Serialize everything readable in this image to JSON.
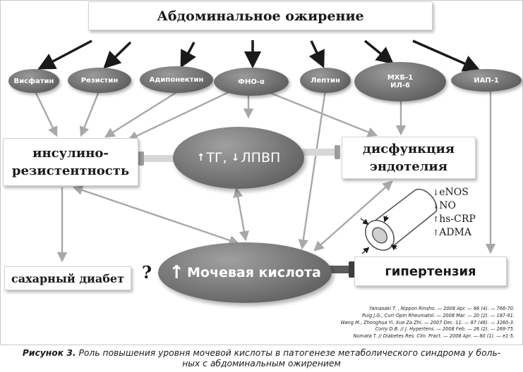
{
  "title": "Абдоминальное ожирение",
  "factors": [
    {
      "label": "Висфатин"
    },
    {
      "label": "Резистин"
    },
    {
      "label": "Адипонектин"
    },
    {
      "label": "ФНО-α"
    },
    {
      "label": "Лептин"
    },
    {
      "label": "МХБ-1\nИЛ-6"
    },
    {
      "label": "ИАП-1"
    }
  ],
  "insulin_resistance": "инсулино-\nрезистентность",
  "endothelial_dysfunction": "дисфункция\nэндотелия",
  "tg_hdl": {
    "tg": "ТГ,",
    "hdl": "ЛПВП",
    "tg_arrow": "↑",
    "hdl_arrow": "↓"
  },
  "uric_acid": {
    "arrow": "↑",
    "label": "Мочевая кислота"
  },
  "diabetes": "сахарный диабет",
  "question_mark": "?",
  "hypertension": "гипертензия",
  "markers": [
    {
      "arrow": "↓",
      "label": "eNOS"
    },
    {
      "arrow": "↓",
      "label": "NO"
    },
    {
      "arrow": "↑",
      "label": "hs-CRP"
    },
    {
      "arrow": "↑",
      "label": "ADMA"
    }
  ],
  "references": [
    "Yamasaki T. , Nippon Rinsho. — 2008 Apr. — 66 (4). — 766-70.",
    "Puig J.G., Curr Opin Rheumatol. — 2008 Mar. — 20 (2). — 187-91.",
    "Wang M., Zhonghua Yi. Xue Za Zhi. — 2007 Dec. 11. — 87 (46). — 3260-3.",
    "Corry D.B. // J. Hypertens. — 2008 Feb. — 26 (2). — 269-75.",
    "Numata T. // Diabetes Res. Clin. Pract. — 2008 Apr. — 80 (1). — e1-5."
  ],
  "caption": {
    "prefix": "Рисунок 3.",
    "line1": " Роль повышения уровня мочевой кислоты в патогенезе метаболического синдрома у боль-",
    "line2": "ных с абдоминальным ожирением"
  },
  "colors": {
    "black_arrow": "#1a1a1a",
    "gray_arrow": "#a8a8a8",
    "oval_dark": "#6f6f6f"
  }
}
